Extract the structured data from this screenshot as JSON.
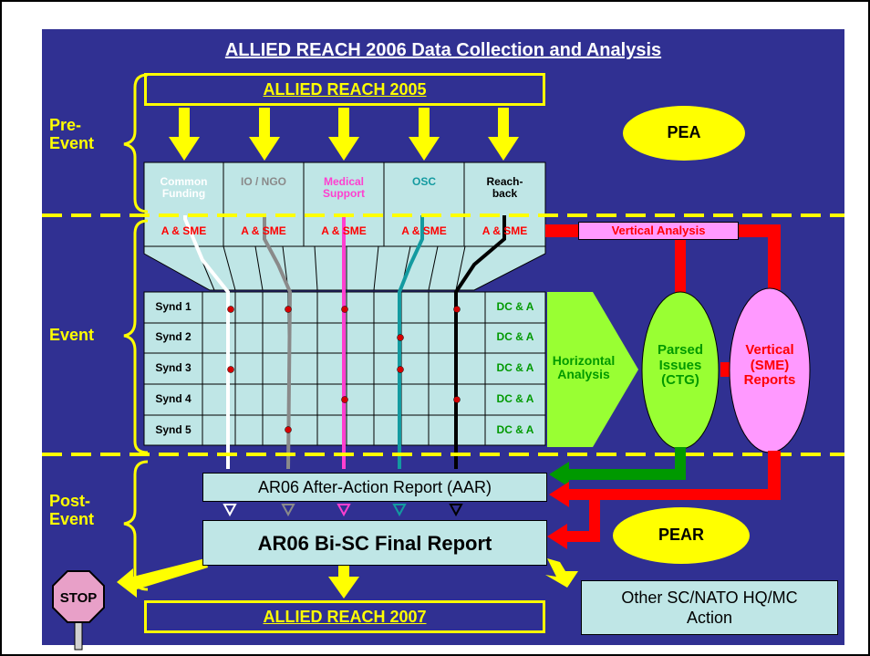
{
  "title": "ALLIED REACH 2006 Data Collection and Analysis",
  "phases": {
    "pre": "Pre-\nEvent",
    "event": "Event",
    "post": "Post-\nEvent"
  },
  "top_box": "ALLIED REACH 2005",
  "bottom_box": "ALLIED REACH 2007",
  "pea": "PEA",
  "pear": "PEAR",
  "columns": [
    {
      "name": "Common\nFunding",
      "color": "#ffffff"
    },
    {
      "name": "IO / NGO",
      "color": "#8a8a8a"
    },
    {
      "name": "Medical\nSupport",
      "color": "#ff3fd0"
    },
    {
      "name": "OSC",
      "color": "#139aa0"
    },
    {
      "name": "Reach-\nback",
      "color": "#000000"
    }
  ],
  "a_sme": "A & SME",
  "vertical_analysis": "Vertical Analysis",
  "syndicates": [
    "Synd 1",
    "Synd 2",
    "Synd 3",
    "Synd 4",
    "Synd 5"
  ],
  "dc_a": "DC & A",
  "horizontal_analysis": "Horizontal\nAnalysis",
  "parsed_issues": "Parsed\nIssues\n(CTG)",
  "vertical_reports": "Vertical\n(SME)\nReports",
  "aar": "AR06 After-Action Report (AAR)",
  "final_report": "AR06 Bi-SC Final Report",
  "other_action": "Other SC/NATO HQ/MC\nAction",
  "stop": "STOP",
  "colors": {
    "background": "#303092",
    "yellow": "#ffff00",
    "panel": "#bfe6e6",
    "green": "#99ff33",
    "red": "#ff0000",
    "pink": "#ff99ff",
    "dark_green": "#009900"
  }
}
